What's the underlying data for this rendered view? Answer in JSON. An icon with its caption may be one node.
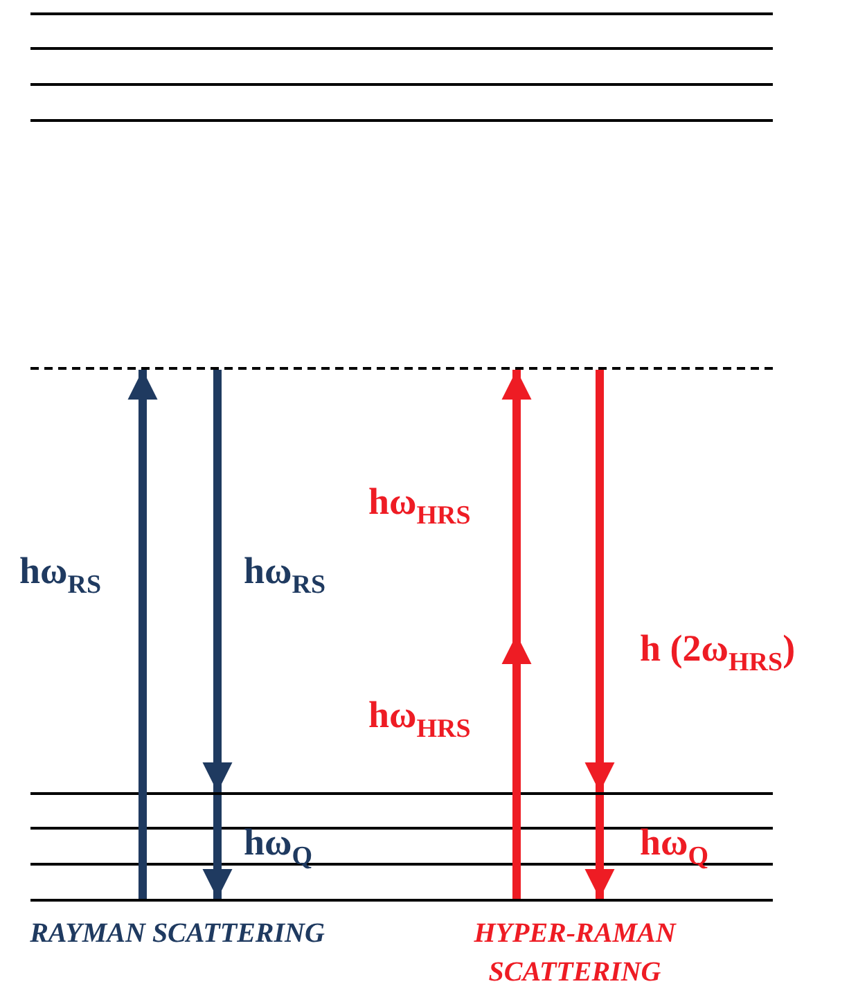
{
  "diagram": {
    "nodes": [
      {
        "text": [],
        "shape": "line"
      },
      {
        "text": [],
        "shape": "line"
      },
      {
        "text": [],
        "shape": "line"
      },
      {
        "text": [],
        "shape": "line"
      },
      {
        "text": [],
        "shape": "dashed-line"
      },
      {
        "text": [],
        "shape": "line"
      },
      {
        "text": [],
        "shape": "line"
      },
      {
        "text": [],
        "shape": "line"
      },
      {
        "text": [],
        "shape": "line"
      }
    ],
    "edges": [
      {
        "from": 8,
        "to": 4,
        "arrow": "to",
        "label": "hω$_{RS}$",
        "color": "#1f3a60"
      },
      {
        "from": 4,
        "to": 5,
        "arrow": "to",
        "label": "hω$_{RS}$",
        "color": "#1f3a60"
      },
      {
        "from": 5,
        "to": 8,
        "arrow": "to",
        "label": "hω$_{Q}$",
        "color": "#1f3a60"
      },
      {
        "from": 8,
        "to": null,
        "arrow": "to",
        "label": "hω$_{HRS}$"
      },
      {
        "from": null,
        "to": 4,
        "arrow": "to",
        "label": "hω$_{HRS}$"
      },
      {
        "from": 4,
        "to": 5,
        "arrow": "to",
        "label": "h (2ω$_{HRS}$)"
      },
      {
        "from": 5,
        "to": 8,
        "arrow": "to",
        "label": "hω$_{Q}$"
      }
    ],
    "labels": [
      "RAYMAN SCATTERING",
      "HYPER-RAMAN SCATTERING"
    ]
  }
}
